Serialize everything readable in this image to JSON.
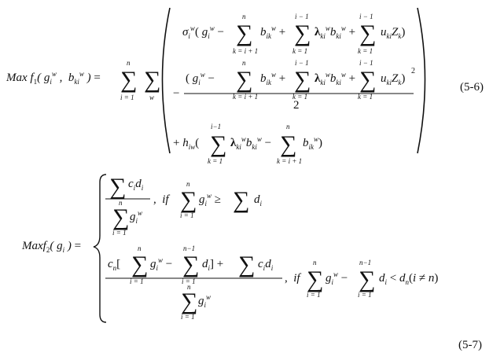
{
  "eq1": {
    "lhs": "Max f₁(g_i^w, b_ki^w) =",
    "sum_lower_i": "i = 1",
    "sum_upper_n": "n",
    "sum_lower_w": "w",
    "sum_lower_k_ip1": "k = i + 1",
    "sum_lower_k_1": "k = 1",
    "sum_upper_im1": "i − 1",
    "numerator_exponent": "2",
    "denominator": "2",
    "number": "(5-6)"
  },
  "eq2": {
    "lhs": "Maxf₂(g_i) =",
    "case1_condition": "if Σ g_i^w ≥ Σ d_i",
    "case2_condition": "if Σ g_i^w − Σ d_i < d_n (i ≠ n)",
    "sum_upper_nm1": "n − 1",
    "number": "(5-7)"
  }
}
